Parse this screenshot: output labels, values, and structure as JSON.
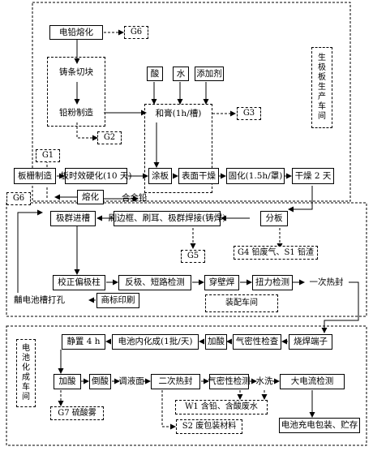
{
  "section1": {
    "workshop_label": [
      "生",
      "极",
      "板",
      "生",
      "产",
      "车",
      "间"
    ],
    "nodes": {
      "lead_melt": "电铅熔化",
      "casting_cut": "铸条切块",
      "lead_powder": "铅粉制造",
      "acid": "酸",
      "water": "水",
      "additive": "添加剂",
      "paste_mix": "和膏(1h/槽)",
      "grid_make": "板栅制造",
      "aging": "板时效硬化(10 天)",
      "pasting": "涂板",
      "surface_dry": "表面干燥",
      "curing": "固化(1.5h/罩)",
      "dry2": "干燥 2 天",
      "melt2": "熔化",
      "alloy_lead": "合金铅"
    },
    "emissions": {
      "g6_top": "G6",
      "g2": "G2",
      "g3": "G3",
      "g1": "G1",
      "g6_left": "G6"
    }
  },
  "section2": {
    "nodes": {
      "group_slot": "极群进槽",
      "brush": "刷边框、刷耳、极群焊接(铸焊)",
      "split": "分板",
      "align": "校正偏极柱",
      "reverse_test": "反极、短路检测",
      "wall_weld": "穿壁焊",
      "torque_test": "扭力检测",
      "seal1": "一次热封",
      "punch": "黼电池槽打孔",
      "trademark": "商标印刷"
    },
    "emissions": {
      "g5": "G5",
      "g4_s1": "G4 铅废气、S1 铅渣",
      "assembly": "装配车间"
    }
  },
  "section3": {
    "workshop_label": [
      "电",
      "池",
      "化",
      "成",
      "车",
      "间"
    ],
    "nodes": {
      "rest4h": "静置 4 h",
      "formation": "电池内化成(1批/天)",
      "add_acid1": "加酸",
      "leak_test1": "气密性检查",
      "weld_term": "烧焊端子",
      "add_acid2": "加酸",
      "pour_acid": "倒酸",
      "adjust": "调液面",
      "seal2": "二次热封",
      "leak_test2": "气密性检测",
      "wash": "水洗",
      "hi_current": "大电流检测",
      "pack": "电池充电包装、贮存"
    },
    "emissions": {
      "g7": "G7 硫酸雾",
      "w1": "W1 含铅、含酸废水",
      "s2": "S2 废包装材料"
    }
  }
}
